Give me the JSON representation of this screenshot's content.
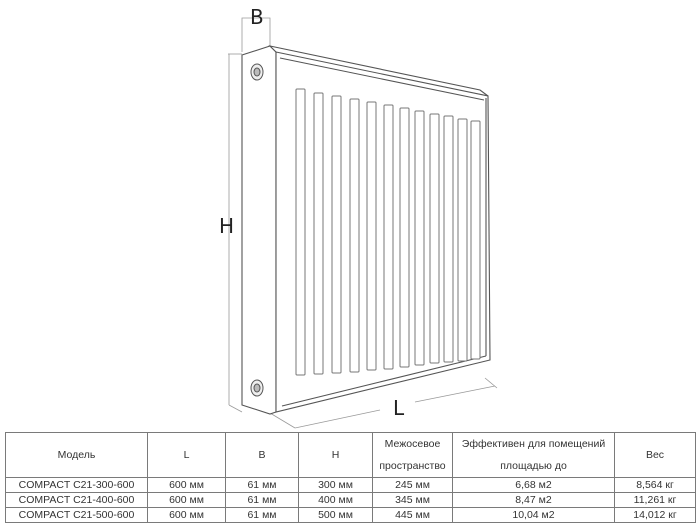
{
  "diagram": {
    "title": "Panel radiator dimension drawing",
    "labels": {
      "width": "B",
      "height": "H",
      "length": "L"
    },
    "fin_count": 13,
    "line_color": "#555555"
  },
  "table": {
    "headers": {
      "model": "Модель",
      "l": "L",
      "b": "B",
      "h": "H",
      "spacing_line1": "Межосевое",
      "spacing_line2": "пространство",
      "area_line1": "Эффективен для помещений",
      "area_line2": "площадью до",
      "weight": "Вес"
    },
    "rows": [
      {
        "model": "COMPACT C21-300-600",
        "l": "600 мм",
        "b": "61 мм",
        "h": "300 мм",
        "spacing": "245 мм",
        "area": "6,68 м2",
        "weight": "8,564 кг"
      },
      {
        "model": "COMPACT C21-400-600",
        "l": "600 мм",
        "b": "61 мм",
        "h": "400 мм",
        "spacing": "345 мм",
        "area": "8,47 м2",
        "weight": "11,261 кг"
      },
      {
        "model": "COMPACT C21-500-600",
        "l": "600 мм",
        "b": "61 мм",
        "h": "500 мм",
        "spacing": "445 мм",
        "area": "10,04 м2",
        "weight": "14,012 кг"
      }
    ]
  }
}
